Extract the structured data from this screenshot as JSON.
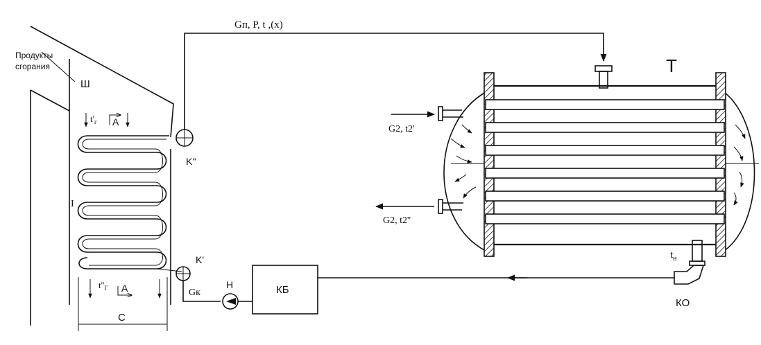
{
  "boiler": {
    "flue_label_line1": "Продукты",
    "flue_label_line2": "сгорания",
    "chimney_label": "Ш",
    "tube_bundle_label": "I",
    "gas_in_label": "t'",
    "gas_in_sub": "г",
    "gas_out_label": "t''",
    "gas_out_sub": "Г",
    "section_label_top": "A",
    "section_label_bottom": "A",
    "width_label": "C"
  },
  "steam_line": {
    "label": "Gп, P, t ,(x)",
    "outlet_node_label": "K''"
  },
  "condensate_line": {
    "inlet_node_label": "K'",
    "flow_label": "Gк",
    "pump_label": "Н",
    "tank_label": "КБ"
  },
  "heat_exchanger": {
    "label": "T",
    "inlet_label": "G2,  t2'",
    "outlet_label": "G2,  t2''",
    "condensate_temp_label": "t",
    "condensate_temp_sub": "н",
    "drain_label": "КО"
  }
}
